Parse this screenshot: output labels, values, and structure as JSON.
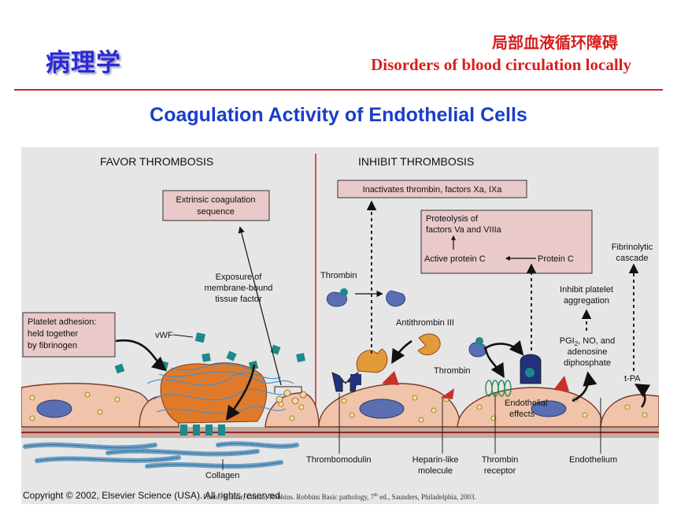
{
  "header": {
    "course_title": "病理学",
    "chapter_cn": "局部血液循环障碍",
    "chapter_en": "Disorders of blood circulation locally"
  },
  "slide": {
    "title": "Coagulation Activity of Endothelial Cells"
  },
  "figure": {
    "heading_left": "FAVOR THROMBOSIS",
    "heading_right": "INHIBIT THROMBOSIS",
    "box_extrinsic": [
      "Extrinsic coagulation",
      "sequence"
    ],
    "box_platelet": [
      "Platelet adhesion:",
      "held together",
      "by fibrinogen"
    ],
    "box_inactivates": "Inactivates thrombin, factors Xa, IXa",
    "box_proteolysis": [
      "Proteolysis of",
      "factors Va and VIIIa"
    ],
    "label_active_protein_c": "Active protein C",
    "label_protein_c": "Protein C",
    "label_exposure": [
      "Exposure of",
      "membrane-bound",
      "tissue factor"
    ],
    "label_vwf": "vWF",
    "label_thrombin_top": "Thrombin",
    "label_antithrombin": "Antithrombin III",
    "label_thrombin_mid": "Thrombin",
    "label_fibrinolytic": [
      "Fibrinolytic",
      "cascade"
    ],
    "label_inhibit_platelet": [
      "Inhibit platelet",
      "aggregation"
    ],
    "label_pgi2_line1_pre": "PGI",
    "label_pgi2_sub": "2",
    "label_pgi2_line1_post": ", NO, and",
    "label_pgi2_rest": [
      "adenosine",
      "diphosphate"
    ],
    "label_tpa": "t-PA",
    "label_endothelial_effects": [
      "Endothelial",
      "effects"
    ],
    "label_thrombomodulin": "Thrombomodulin",
    "label_heparin": [
      "Heparin-like",
      "molecule"
    ],
    "label_thrombin_receptor": [
      "Thrombin",
      "receptor"
    ],
    "label_endothelium": "Endothelium",
    "label_collagen": "Collagen",
    "copyright": "Copyright © 2002, Elsevier Science (USA). All rights reserved."
  },
  "credit": {
    "prefix": "Photo: Kumar, Cotran, Robbins. Robbins Basic pathology, 7",
    "sup": "th",
    "suffix": " ed., Saunders, Philadelphia, 2003."
  },
  "colors": {
    "header_red": "#d81e1e",
    "title_blue": "#1a3ec8",
    "panel_bg": "#e6e6e6",
    "cell_fill": "#f0c4aa",
    "box_fill": "#e9c9c9",
    "clot_orange": "#e07a2a",
    "teal": "#1a8a8a"
  }
}
